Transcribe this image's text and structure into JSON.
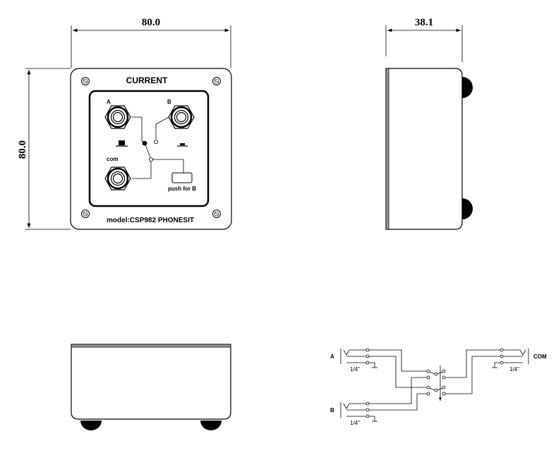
{
  "dimensions": {
    "front_width": "80.0",
    "front_height": "80.0",
    "side_depth": "38.1"
  },
  "front_panel": {
    "title": "CURRENT",
    "jack_a_label": "A",
    "jack_b_label": "B",
    "jack_com_label": "com",
    "button_label": "push for B",
    "model_label": "model:CSP982 PHONESIT"
  },
  "schematic": {
    "label_a": "A",
    "label_b": "B",
    "label_com": "COM",
    "jack_size": "1/4\""
  },
  "colors": {
    "line": "#000000",
    "background": "#ffffff",
    "shade": "#9a9a9a"
  }
}
